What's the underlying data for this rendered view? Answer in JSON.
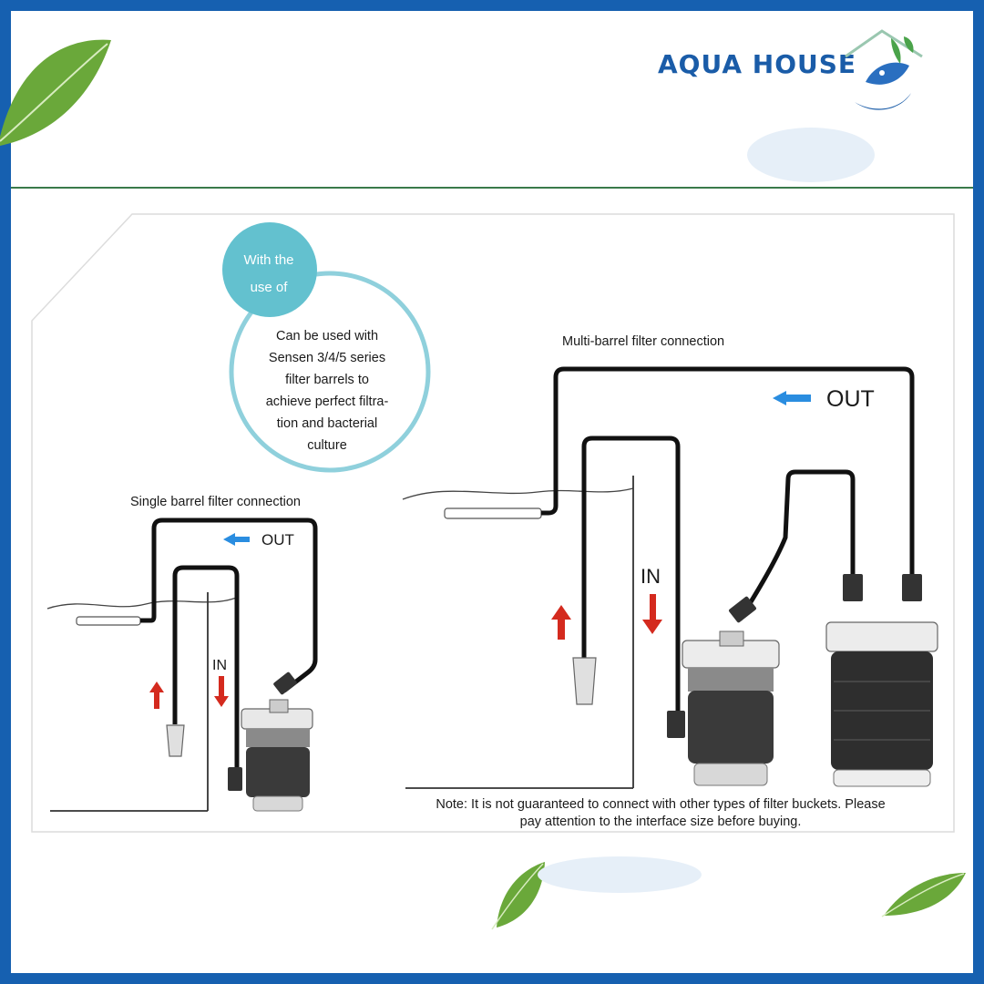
{
  "brand": {
    "name": "AQUA HOUSE",
    "colors": {
      "frame": "#1660b0",
      "brand": "#1a5ca8",
      "accent": "#63c1cf",
      "out_arrow": "#2a8de0",
      "in_arrow": "#d42a1e"
    }
  },
  "bubble": {
    "tag_line1": "With the",
    "tag_line2": "use of",
    "lines": [
      "Can be used with",
      "Sensen 3/4/5 series",
      "filter barrels to",
      "achieve perfect filtra-",
      "tion and bacterial",
      "culture"
    ]
  },
  "single": {
    "title": "Single barrel filter connection",
    "out_label": "OUT",
    "in_label": "IN"
  },
  "multi": {
    "title": "Multi-barrel filter connection",
    "out_label": "OUT",
    "in_label": "IN"
  },
  "note": {
    "line1": "Note: It is not guaranteed to connect with other types of filter buckets. Please",
    "line2": "pay attention to the interface size before buying."
  }
}
